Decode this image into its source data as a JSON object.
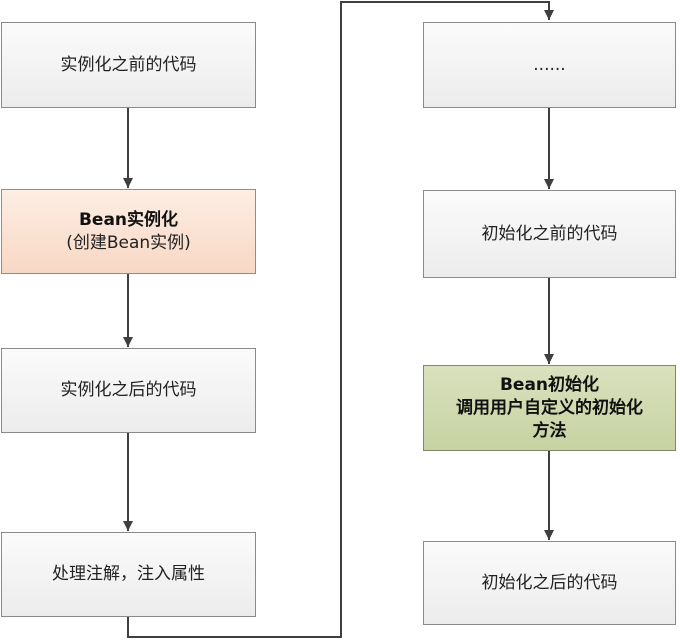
{
  "flowchart": {
    "nodes": [
      {
        "id": "n1",
        "lines": [
          {
            "text": "实例化之前的代码",
            "bold": false
          }
        ]
      },
      {
        "id": "n2",
        "lines": [
          {
            "text": "Bean实例化",
            "bold": true
          },
          {
            "text": "(创建Bean实例)",
            "bold": false
          }
        ]
      },
      {
        "id": "n3",
        "lines": [
          {
            "text": "实例化之后的代码",
            "bold": false
          }
        ]
      },
      {
        "id": "n4",
        "lines": [
          {
            "text": "处理注解，注入属性",
            "bold": false
          }
        ]
      },
      {
        "id": "n5",
        "lines": [
          {
            "text": "......",
            "bold": false
          }
        ]
      },
      {
        "id": "n6",
        "lines": [
          {
            "text": "初始化之前的代码",
            "bold": false
          }
        ]
      },
      {
        "id": "n7",
        "lines": [
          {
            "text": "Bean初始化",
            "bold": true
          },
          {
            "text": "调用用户自定义的初始化",
            "bold": true
          },
          {
            "text": "方法",
            "bold": true
          }
        ]
      },
      {
        "id": "n8",
        "lines": [
          {
            "text": "初始化之后的代码",
            "bold": false
          }
        ]
      }
    ],
    "edges": [
      {
        "from": "n1",
        "to": "n2"
      },
      {
        "from": "n2",
        "to": "n3"
      },
      {
        "from": "n3",
        "to": "n4"
      },
      {
        "from": "n4",
        "to": "n5"
      },
      {
        "from": "n5",
        "to": "n6"
      },
      {
        "from": "n6",
        "to": "n7"
      },
      {
        "from": "n7",
        "to": "n8"
      }
    ],
    "colors": {
      "default_fill": "#efefef",
      "highlight_instantiate": "#fbe2d4",
      "highlight_initialize": "#d2dbb1",
      "stroke": "#3f3f3f"
    }
  }
}
